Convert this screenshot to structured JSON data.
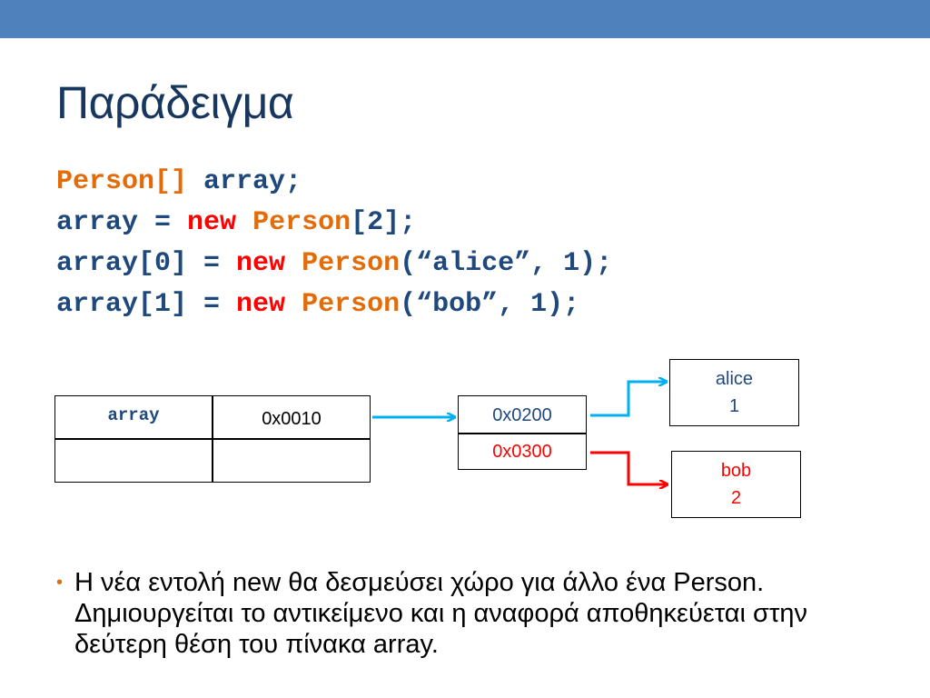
{
  "slide": {
    "title": "Παράδειγμα",
    "code": [
      [
        {
          "t": "Person[]",
          "c": "orange"
        },
        {
          "t": " array;",
          "c": "blue"
        }
      ],
      [
        {
          "t": "array = ",
          "c": "blue"
        },
        {
          "t": "new",
          "c": "red"
        },
        {
          "t": " ",
          "c": "blue"
        },
        {
          "t": "Person",
          "c": "orange"
        },
        {
          "t": "[2];",
          "c": "blue"
        }
      ],
      [
        {
          "t": "array[0] = ",
          "c": "blue"
        },
        {
          "t": "new",
          "c": "red"
        },
        {
          "t": " ",
          "c": "blue"
        },
        {
          "t": "Person",
          "c": "orange"
        },
        {
          "t": "(“alice”, 1);",
          "c": "blue"
        }
      ],
      [
        {
          "t": "array[1] = ",
          "c": "blue"
        },
        {
          "t": "new",
          "c": "red"
        },
        {
          "t": " ",
          "c": "blue"
        },
        {
          "t": "Person",
          "c": "orange"
        },
        {
          "t": "(“bob”, 1);",
          "c": "blue"
        }
      ]
    ],
    "diagram": {
      "stack_var": "array",
      "stack_value": "0x0010",
      "array_cells": [
        "0x0200",
        "0x0300"
      ],
      "obj_alice": {
        "name": "alice",
        "value": "1"
      },
      "obj_bob": {
        "name": "bob",
        "value": "2"
      }
    },
    "bullet": "Η νέα εντολή new θα δεσμεύσει χώρο για άλλο ένα Person. Δημιουργείται το αντικείμενο και η αναφορά αποθηκεύεται στην δεύτερη θέση του πίνακα array.",
    "colors": {
      "bar": "#4f81bd",
      "title": "#17375e",
      "blue": "#1f497d",
      "orange": "#e36c09",
      "red": "#ff0000",
      "arrow_blue": "#00b0f0",
      "arrow_red": "#ff0000"
    }
  }
}
